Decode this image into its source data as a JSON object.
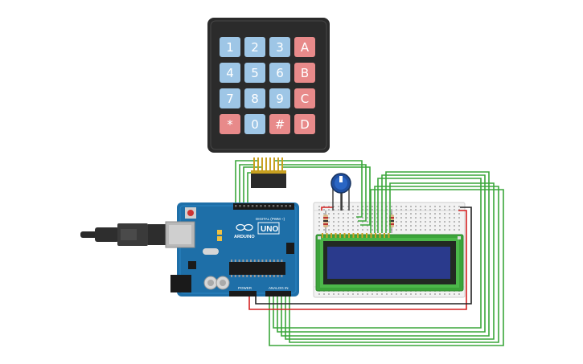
{
  "keypad": {
    "keys": [
      {
        "label": "1",
        "type": "digit"
      },
      {
        "label": "2",
        "type": "digit"
      },
      {
        "label": "3",
        "type": "digit"
      },
      {
        "label": "A",
        "type": "letter"
      },
      {
        "label": "4",
        "type": "digit"
      },
      {
        "label": "5",
        "type": "digit"
      },
      {
        "label": "6",
        "type": "digit"
      },
      {
        "label": "B",
        "type": "letter"
      },
      {
        "label": "7",
        "type": "digit"
      },
      {
        "label": "8",
        "type": "digit"
      },
      {
        "label": "9",
        "type": "digit"
      },
      {
        "label": "C",
        "type": "letter"
      },
      {
        "label": "*",
        "type": "letter"
      },
      {
        "label": "0",
        "type": "digit"
      },
      {
        "label": "#",
        "type": "letter"
      },
      {
        "label": "D",
        "type": "letter"
      }
    ],
    "colors": {
      "digit": "#9ec6e6",
      "letter": "#e88a8a",
      "body": "#2b2b2b"
    }
  },
  "arduino": {
    "logo_text": "ARDUINO",
    "model": "UNO",
    "digital_label": "DIGITAL (PWM ~)",
    "power_label": "POWER",
    "analog_label": "ANALOG IN",
    "color": "#1e6fa8"
  },
  "wire_colors": {
    "signal": "#3aa63a",
    "power": "#d42020",
    "ground": "#222222"
  },
  "lcd": {
    "screen_color": "#2a3a8c",
    "pcb_color": "#3ca43a"
  }
}
